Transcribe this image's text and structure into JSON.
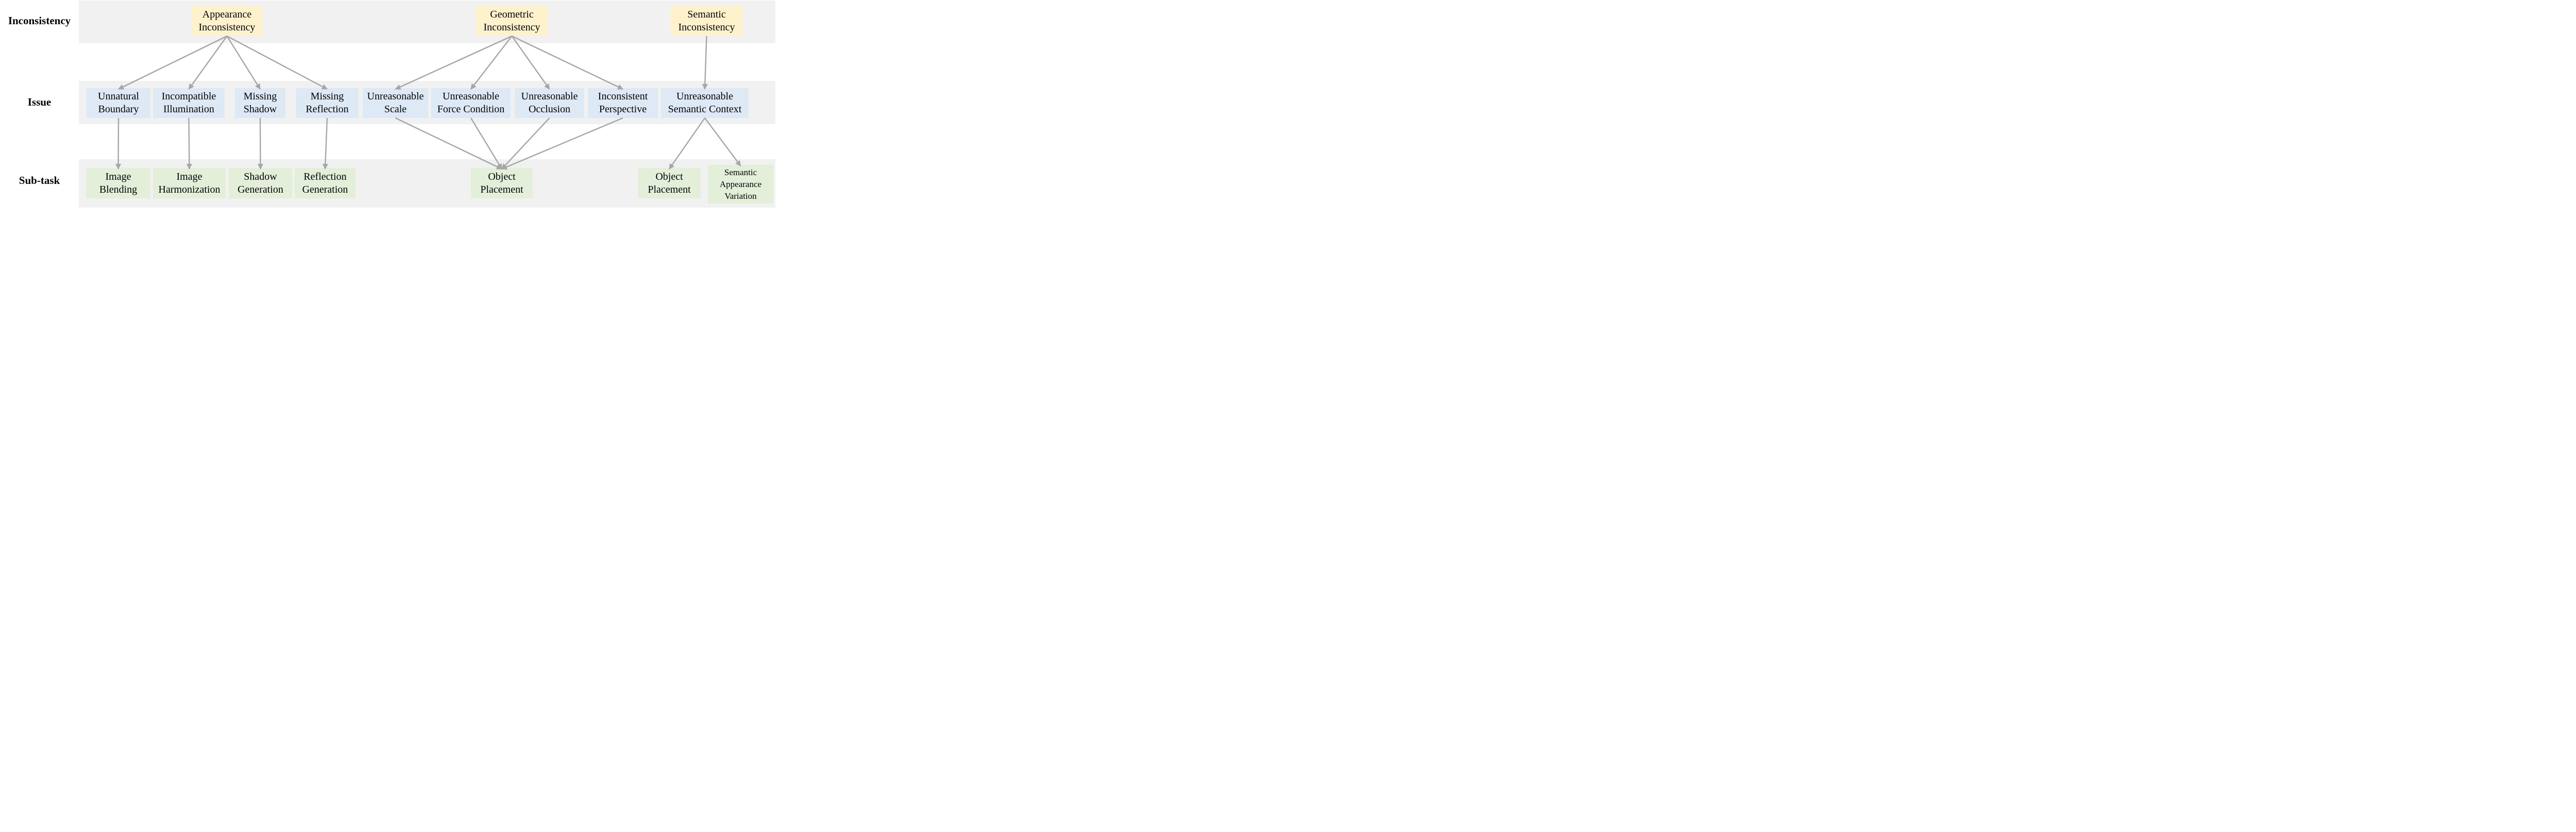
{
  "row_labels": {
    "inconsistency": "Inconsistency",
    "issue": "Issue",
    "subtask": "Sub-task"
  },
  "nodes": {
    "appearance_inconsistency": {
      "lines": [
        "Appearance",
        "Inconsistency"
      ]
    },
    "geometric_inconsistency": {
      "lines": [
        "Geometric",
        "Inconsistency"
      ]
    },
    "semantic_inconsistency": {
      "lines": [
        "Semantic",
        "Inconsistency"
      ]
    },
    "unnatural_boundary": {
      "lines": [
        "Unnatural",
        "Boundary"
      ]
    },
    "incompatible_illumination": {
      "lines": [
        "Incompatible",
        "Illumination"
      ]
    },
    "missing_shadow": {
      "lines": [
        "Missing",
        "Shadow"
      ]
    },
    "missing_reflection": {
      "lines": [
        "Missing",
        "Reflection"
      ]
    },
    "unreasonable_scale": {
      "lines": [
        "Unreasonable",
        "Scale"
      ]
    },
    "unreasonable_force_condition": {
      "lines": [
        "Unreasonable",
        "Force Condition"
      ]
    },
    "unreasonable_occlusion": {
      "lines": [
        "Unreasonable",
        "Occlusion"
      ]
    },
    "inconsistent_perspective": {
      "lines": [
        "Inconsistent",
        "Perspective"
      ]
    },
    "unreasonable_semantic_context": {
      "lines": [
        "Unreasonable",
        "Semantic Context"
      ]
    },
    "image_blending": {
      "lines": [
        "Image",
        "Blending"
      ]
    },
    "image_harmonization": {
      "lines": [
        "Image",
        "Harmonization"
      ]
    },
    "shadow_generation": {
      "lines": [
        "Shadow",
        "Generation"
      ]
    },
    "reflection_generation": {
      "lines": [
        "Reflection",
        "Generation"
      ]
    },
    "object_placement_1": {
      "lines": [
        "Object",
        "Placement"
      ]
    },
    "object_placement_2": {
      "lines": [
        "Object",
        "Placement"
      ]
    },
    "semantic_appearance_variation": {
      "lines": [
        "Semantic",
        "Appearance",
        "Variation"
      ]
    }
  },
  "edges": [
    {
      "from": "appearance_inconsistency",
      "to": "unnatural_boundary"
    },
    {
      "from": "appearance_inconsistency",
      "to": "incompatible_illumination"
    },
    {
      "from": "appearance_inconsistency",
      "to": "missing_shadow"
    },
    {
      "from": "appearance_inconsistency",
      "to": "missing_reflection"
    },
    {
      "from": "geometric_inconsistency",
      "to": "unreasonable_scale"
    },
    {
      "from": "geometric_inconsistency",
      "to": "unreasonable_force_condition"
    },
    {
      "from": "geometric_inconsistency",
      "to": "unreasonable_occlusion"
    },
    {
      "from": "geometric_inconsistency",
      "to": "inconsistent_perspective"
    },
    {
      "from": "semantic_inconsistency",
      "to": "unreasonable_semantic_context"
    },
    {
      "from": "unnatural_boundary",
      "to": "image_blending"
    },
    {
      "from": "incompatible_illumination",
      "to": "image_harmonization"
    },
    {
      "from": "missing_shadow",
      "to": "shadow_generation"
    },
    {
      "from": "missing_reflection",
      "to": "reflection_generation"
    },
    {
      "from": "unreasonable_scale",
      "to": "object_placement_1"
    },
    {
      "from": "unreasonable_force_condition",
      "to": "object_placement_1"
    },
    {
      "from": "unreasonable_occlusion",
      "to": "object_placement_1"
    },
    {
      "from": "inconsistent_perspective",
      "to": "object_placement_1"
    },
    {
      "from": "unreasonable_semantic_context",
      "to": "object_placement_2"
    },
    {
      "from": "unreasonable_semantic_context",
      "to": "semantic_appearance_variation"
    }
  ],
  "colors": {
    "level1_fill": "#fdf2cc",
    "level2_fill": "#dde9f5",
    "level3_fill": "#e3efd9",
    "band_fill": "#f1f1f1",
    "arrow": "#a6a6a6",
    "text": "#000000"
  }
}
